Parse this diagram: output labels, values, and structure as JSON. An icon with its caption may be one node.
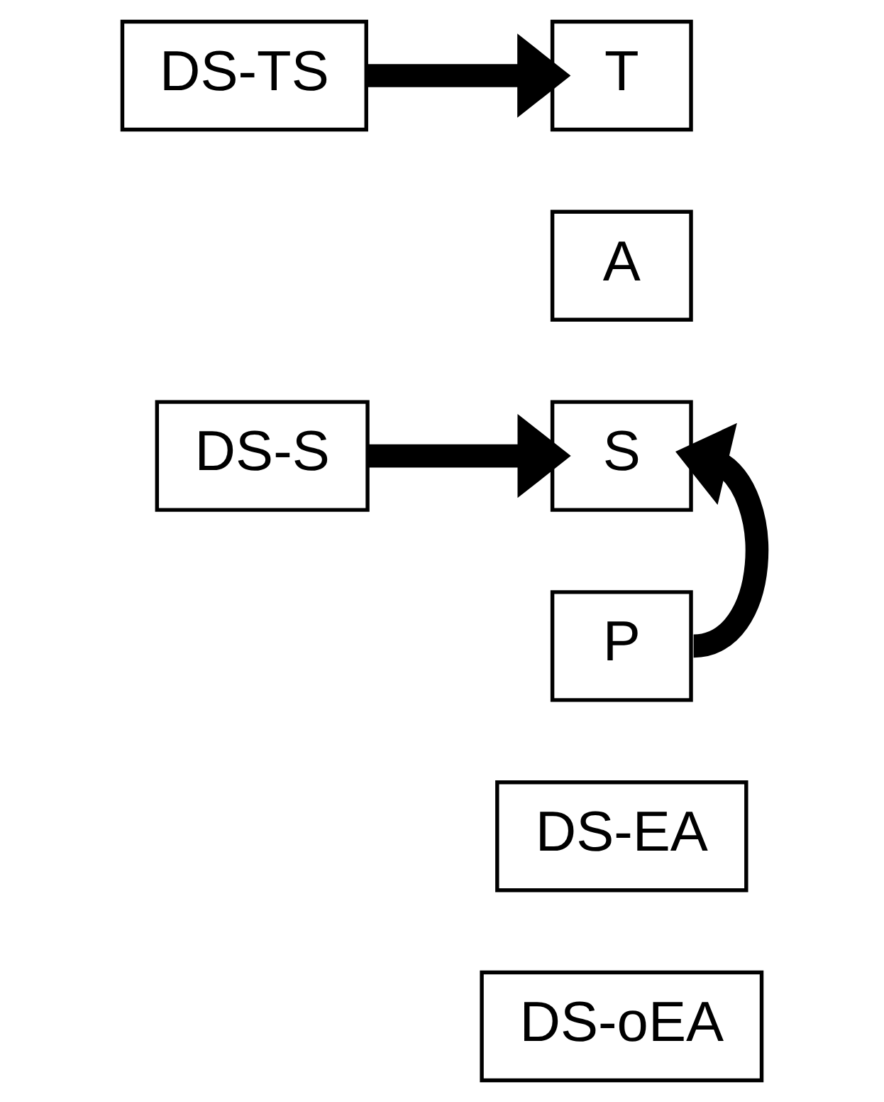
{
  "diagram": {
    "nodes": [
      {
        "text": [
          "DS-TS"
        ]
      },
      {
        "text": [
          "T"
        ]
      },
      {
        "text": [
          "A"
        ]
      },
      {
        "text": [
          "DS-S"
        ]
      },
      {
        "text": [
          "S"
        ]
      },
      {
        "text": [
          "P"
        ]
      },
      {
        "text": [
          "DS-EA"
        ]
      },
      {
        "text": [
          "DS-oEA"
        ]
      }
    ],
    "edges": [
      {
        "from": 0,
        "to": 1,
        "arrow": "to"
      },
      {
        "from": 3,
        "to": 4,
        "arrow": "to"
      },
      {
        "from": 5,
        "to": 4,
        "arrow": "to"
      }
    ]
  }
}
